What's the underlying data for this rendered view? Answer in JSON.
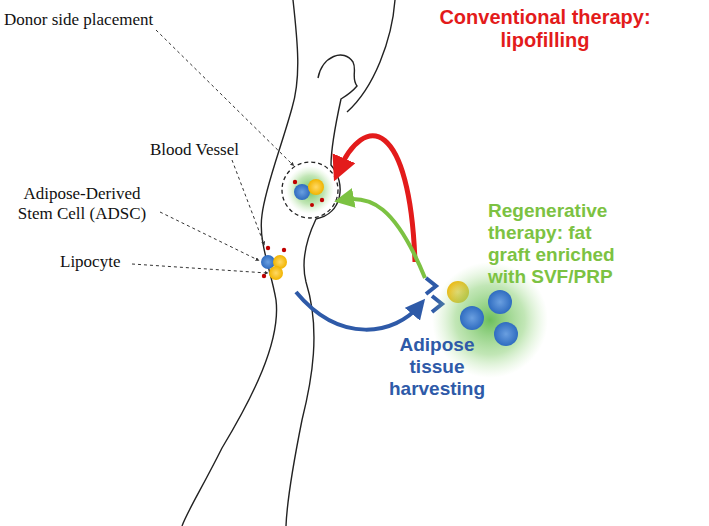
{
  "diagram": {
    "labels": [
      "Donor side placement",
      "Blood Vessel",
      "Adipose-Derived Stem Cell (ADSC)",
      "Lipocyte",
      "Conventional therapy: lipofilling",
      "Regenerative therapy: fat graft enriched with SVF/PRP",
      "Adipose tissue harvesting"
    ]
  }
}
